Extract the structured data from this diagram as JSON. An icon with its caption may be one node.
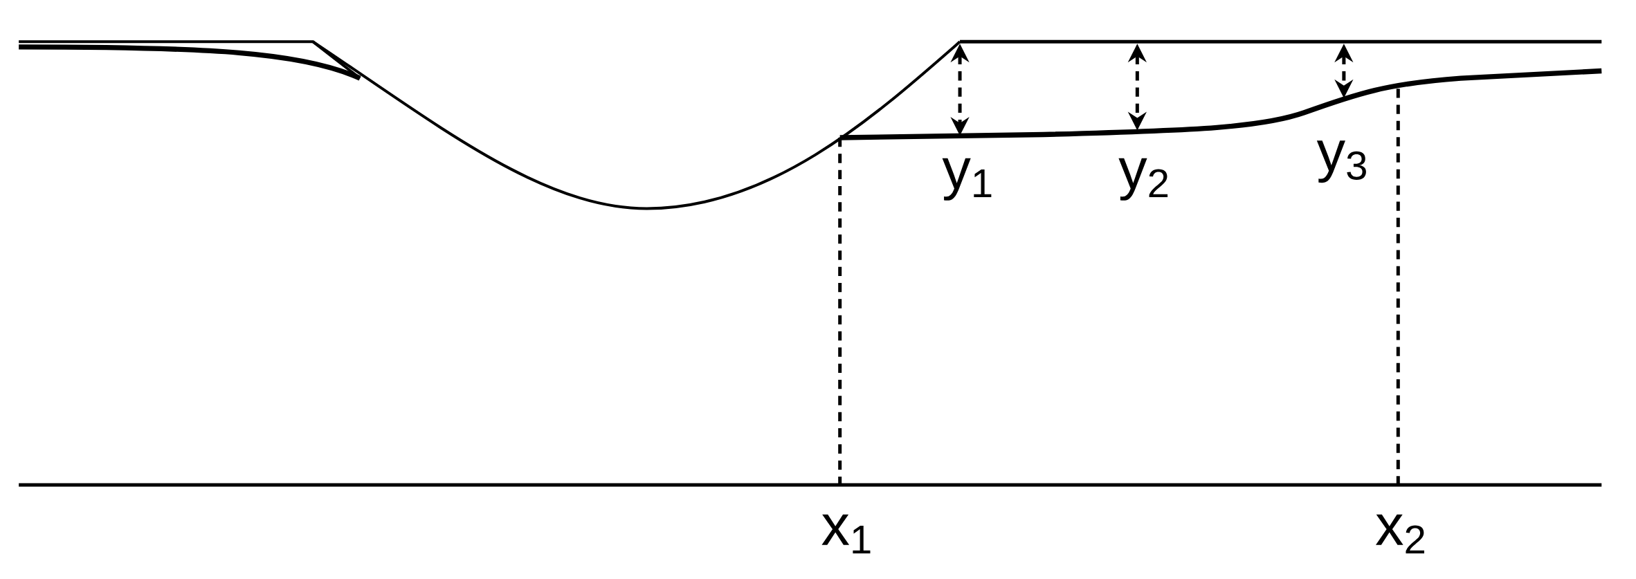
{
  "diagram": {
    "labels": [
      "y$_{1}$",
      "y$_{2}$",
      "y$_{3}$",
      "x$_{1}$",
      "x$_{2}$"
    ]
  }
}
